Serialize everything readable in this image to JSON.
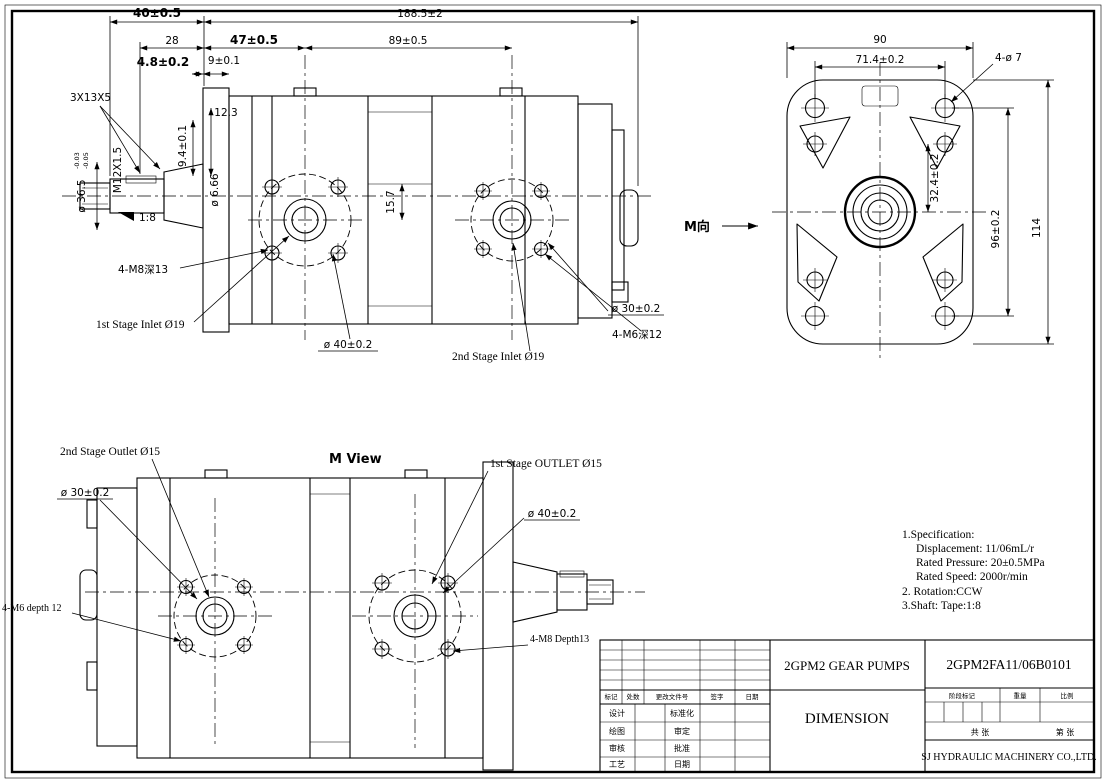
{
  "side_view": {
    "dim_40": "40±0.5",
    "dim_total": "188.5±2",
    "dim_28": "28",
    "dim_47": "47±0.5",
    "dim_89": "89±0.5",
    "dim_4_8": "4.8±0.2",
    "dim_9": "9±0.1",
    "keyway": "3X13X5",
    "dim_12_3": "12.3",
    "dim_9_4": "9.4±0.1",
    "thread": "M12X1.5",
    "shaft_dia": "ø 36.5",
    "shaft_tol_hi": "-0.03",
    "shaft_tol_lo": "-0.05",
    "pilot_dia": "ø 6.66",
    "taper": "1:8",
    "dim_15_7": "15.7",
    "tap_m8": "4-M8深13",
    "inlet1": "1st Stage Inlet Ø19",
    "port1_dia": "ø 40±0.2",
    "inlet2": "2nd Stage Inlet Ø19",
    "port2_dia": "ø 30±0.2",
    "tap_m6": "4-M6深12"
  },
  "view_direction": "M向",
  "flange_view": {
    "dim_90": "90",
    "dim_71_4": "71.4±0.2",
    "holes": "4-ø 7",
    "dim_32_4": "32.4±0.2",
    "dim_96": "96±0.2",
    "dim_114": "114"
  },
  "m_view": {
    "title": "M View",
    "outlet2": "2nd Stage Outlet Ø15",
    "outlet1": "1st Stage OUTLET Ø15",
    "port2_dia": "ø 30±0.2",
    "port1_dia": "ø 40±0.2",
    "tap_m6": "4-M6 depth 12",
    "tap_m8": "4-M8 Depth13"
  },
  "notes": [
    "1.Specification:",
    "Displacement: 11/06mL/r",
    "Rated Pressure: 20±0.5MPa",
    "Rated Speed: 2000r/min",
    "2. Rotation:CCW",
    "3.Shaft: Tape:1:8"
  ],
  "title_block": {
    "product": "2GPM2 GEAR PUMPS",
    "drawing_no": "2GPM2FA11/06B0101",
    "sheet_title": "DIMENSION",
    "company": "SJ HYDRAULIC MACHINERY CO.,LTD.",
    "col_mark": "标记",
    "col_count": "处数",
    "col_doc": "更改文件号",
    "col_sign": "签字",
    "col_date": "日期",
    "row_design": "设计",
    "row_std": "标准化",
    "row_draw": "绘图",
    "row_approve": "审定",
    "row_check": "审核",
    "row_ratify": "批准",
    "row_process": "工艺",
    "row_date": "日期",
    "stage_mark": "阶段标记",
    "weight": "重量",
    "scale": "比例",
    "sheets": "共 张",
    "sheet_no": "第 张"
  }
}
